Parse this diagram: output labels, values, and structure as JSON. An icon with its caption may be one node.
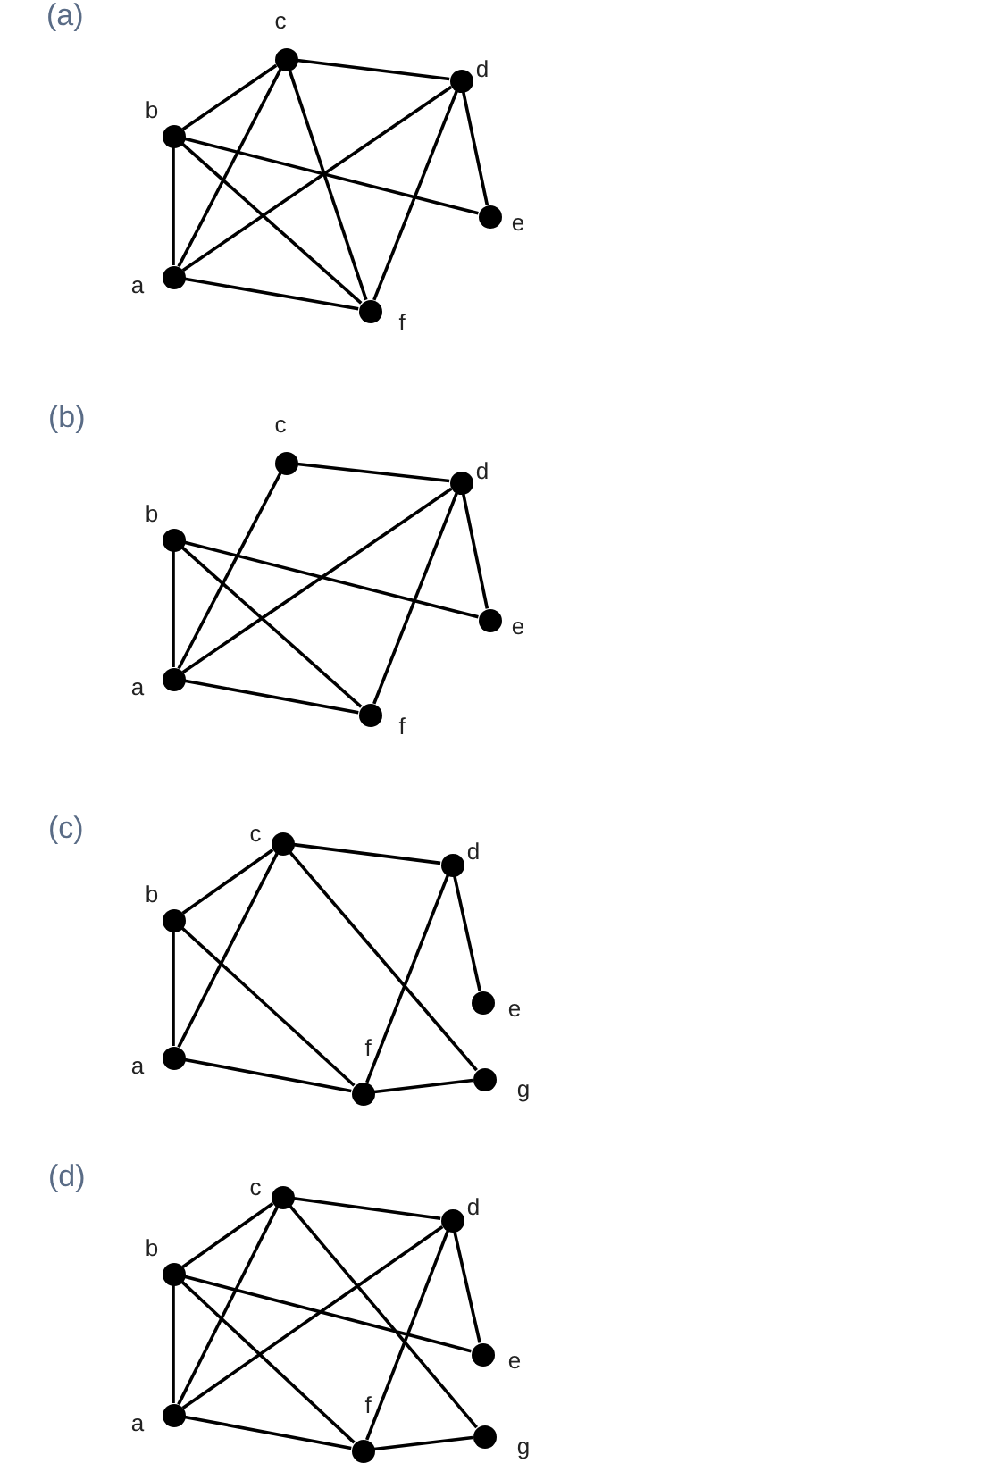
{
  "diagram": {
    "nodes": [
      {
        "text": [
          "c"
        ]
      },
      {
        "text": [
          "d"
        ]
      },
      {
        "text": [
          "b"
        ]
      },
      {
        "text": [
          "e"
        ]
      },
      {
        "text": [
          "a"
        ]
      },
      {
        "text": [
          "f"
        ]
      },
      {
        "text": [
          "c"
        ]
      },
      {
        "text": [
          "d"
        ]
      },
      {
        "text": [
          "b"
        ]
      },
      {
        "text": [
          "e"
        ]
      },
      {
        "text": [
          "a"
        ]
      },
      {
        "text": [
          "f"
        ]
      },
      {
        "text": [
          "c"
        ]
      },
      {
        "text": [
          "d"
        ]
      },
      {
        "text": [
          "b"
        ]
      },
      {
        "text": [
          "e"
        ]
      },
      {
        "text": [
          "a"
        ]
      },
      {
        "text": [
          "f"
        ]
      },
      {
        "text": [
          "g"
        ]
      },
      {
        "text": [
          "c"
        ]
      },
      {
        "text": [
          "d"
        ]
      },
      {
        "text": [
          "b"
        ]
      },
      {
        "text": [
          "e"
        ]
      },
      {
        "text": [
          "a"
        ]
      },
      {
        "text": [
          "f"
        ]
      },
      {
        "text": [
          "g"
        ]
      }
    ],
    "edges": [
      {
        "from": 2,
        "to": 0,
        "arrow": "none"
      },
      {
        "from": 0,
        "to": 1,
        "arrow": "none"
      },
      {
        "from": 2,
        "to": 4,
        "arrow": "none"
      },
      {
        "from": 2,
        "to": 3,
        "arrow": "none"
      },
      {
        "from": 2,
        "to": 5,
        "arrow": "none"
      },
      {
        "from": 0,
        "to": 4,
        "arrow": "none"
      },
      {
        "from": 0,
        "to": 5,
        "arrow": "none"
      },
      {
        "from": 1,
        "to": 4,
        "arrow": "none"
      },
      {
        "from": 1,
        "to": 5,
        "arrow": "none"
      },
      {
        "from": 1,
        "to": 3,
        "arrow": "none"
      },
      {
        "from": 4,
        "to": 5,
        "arrow": "none"
      },
      {
        "from": 6,
        "to": 7,
        "arrow": "none"
      },
      {
        "from": 6,
        "to": 10,
        "arrow": "none"
      },
      {
        "from": 8,
        "to": 10,
        "arrow": "none"
      },
      {
        "from": 8,
        "to": 9,
        "arrow": "none"
      },
      {
        "from": 8,
        "to": 11,
        "arrow": "none"
      },
      {
        "from": 7,
        "to": 10,
        "arrow": "none"
      },
      {
        "from": 7,
        "to": 11,
        "arrow": "none"
      },
      {
        "from": 7,
        "to": 9,
        "arrow": "none"
      },
      {
        "from": 10,
        "to": 11,
        "arrow": "none"
      },
      {
        "from": 14,
        "to": 12,
        "arrow": "none"
      },
      {
        "from": 12,
        "to": 13,
        "arrow": "none"
      },
      {
        "from": 12,
        "to": 16,
        "arrow": "none"
      },
      {
        "from": 12,
        "to": 18,
        "arrow": "none"
      },
      {
        "from": 14,
        "to": 16,
        "arrow": "none"
      },
      {
        "from": 14,
        "to": 17,
        "arrow": "none"
      },
      {
        "from": 13,
        "to": 17,
        "arrow": "none"
      },
      {
        "from": 13,
        "to": 15,
        "arrow": "none"
      },
      {
        "from": 16,
        "to": 17,
        "arrow": "none"
      },
      {
        "from": 17,
        "to": 18,
        "arrow": "none"
      },
      {
        "from": 21,
        "to": 19,
        "arrow": "none"
      },
      {
        "from": 19,
        "to": 20,
        "arrow": "none"
      },
      {
        "from": 19,
        "to": 23,
        "arrow": "none"
      },
      {
        "from": 19,
        "to": 25,
        "arrow": "none"
      },
      {
        "from": 21,
        "to": 23,
        "arrow": "none"
      },
      {
        "from": 21,
        "to": 22,
        "arrow": "none"
      },
      {
        "from": 21,
        "to": 24,
        "arrow": "none"
      },
      {
        "from": 20,
        "to": 23,
        "arrow": "none"
      },
      {
        "from": 20,
        "to": 24,
        "arrow": "none"
      },
      {
        "from": 20,
        "to": 22,
        "arrow": "none"
      },
      {
        "from": 23,
        "to": 24,
        "arrow": "none"
      },
      {
        "from": 24,
        "to": 25,
        "arrow": "none"
      }
    ],
    "labels": [
      "(a)",
      "(b)",
      "(c)",
      "(d)"
    ]
  }
}
